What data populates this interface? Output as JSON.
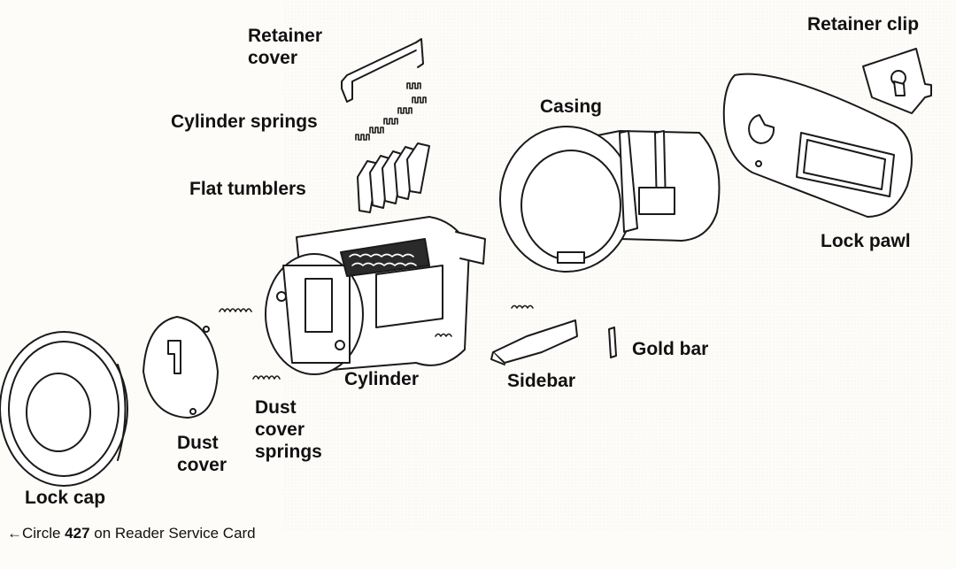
{
  "labels": {
    "retainer_cover": [
      "Retainer",
      "cover"
    ],
    "cylinder_springs": "Cylinder springs",
    "flat_tumblers": "Flat tumblers",
    "casing": "Casing",
    "retainer_clip": "Retainer clip",
    "lock_pawl": "Lock pawl",
    "gold_bar": "Gold bar",
    "sidebar": "Sidebar",
    "cylinder": "Cylinder",
    "dust_cover_springs": [
      "Dust",
      "cover",
      "springs"
    ],
    "dust_cover": [
      "Dust",
      "cover"
    ],
    "lock_cap": "Lock cap"
  },
  "caption": {
    "arrow": "←",
    "prefix": "Circle ",
    "number": "427",
    "suffix": " on Reader Service Card"
  }
}
